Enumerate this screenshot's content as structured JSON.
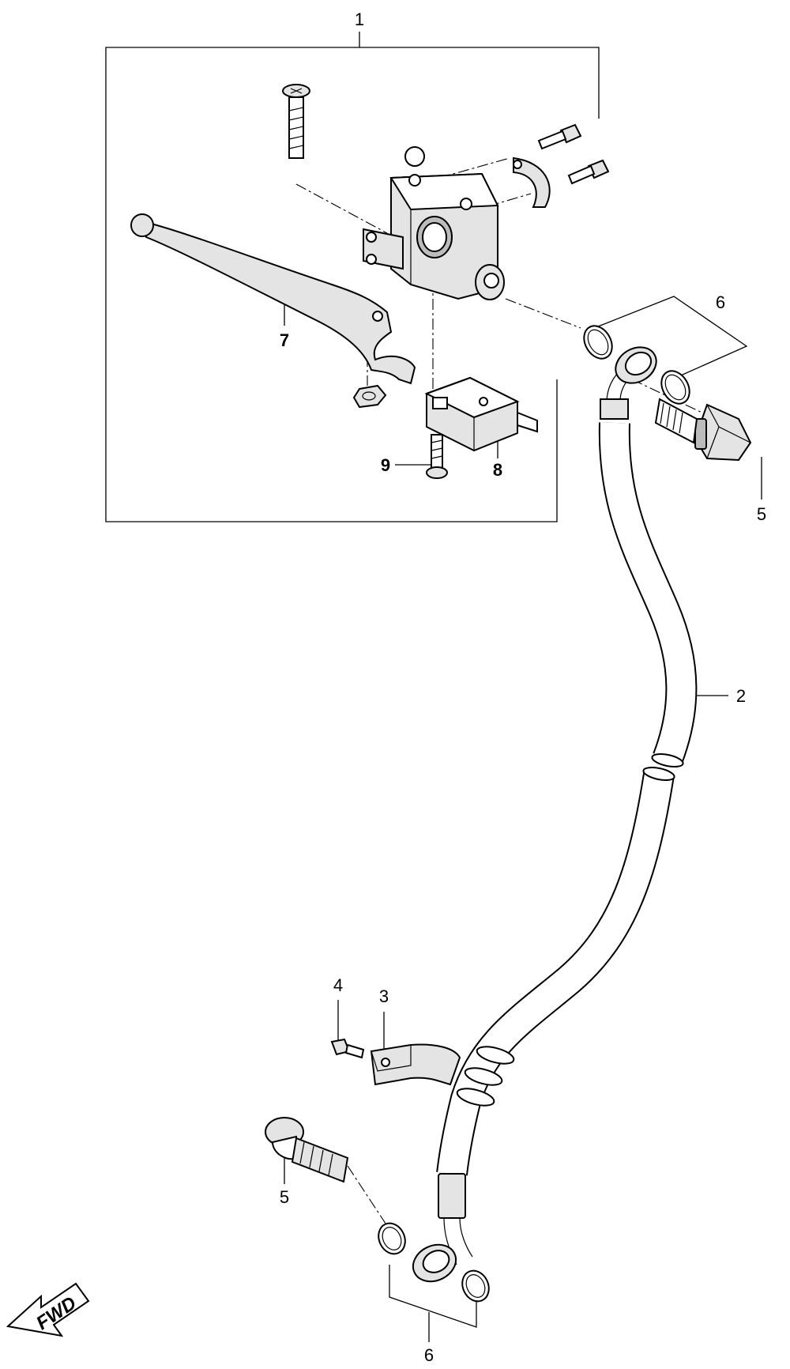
{
  "callouts": {
    "c1": "1",
    "c2": "2",
    "c3": "3",
    "c4": "4",
    "c5_top": "5",
    "c5_bottom": "5",
    "c6_top": "6",
    "c6_bottom": "6",
    "c7": "7",
    "c8": "8",
    "c9": "9"
  },
  "fwd_label": "FWD"
}
